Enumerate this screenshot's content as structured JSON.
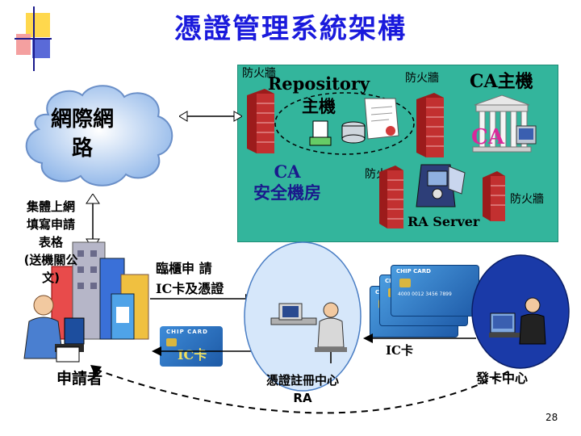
{
  "title": "憑證管理系統架構",
  "ca_zone": {
    "firewall_1": "防火牆",
    "firewall_2": "防火牆",
    "firewall_3": "防火牆",
    "firewall_4": "防火牆",
    "repository_line1": "Repository",
    "repository_line2": "主機",
    "ca_host": "CA主機",
    "ca_room_line1": "CA",
    "ca_room_line2": "安全機房",
    "ra_server": "RA Server"
  },
  "internet_line1": "網際網",
  "internet_line2": "路",
  "apply_online_lines": [
    "集體上網",
    "填寫申請",
    "表格",
    "(送機關公",
    "文)"
  ],
  "apply_card_line1": "臨櫃申 請",
  "apply_card_line2": "IC卡及憑證",
  "applicant": "申請者",
  "ic_card_small_header": "CHIP CARD",
  "ic_card_small_label": "IC卡",
  "ic_card_transfer": "IC卡",
  "ra_center_line1": "憑證註冊中心",
  "ra_center_line2": "RA",
  "issue_center": "發卡中心",
  "page_number": "28",
  "stack_card_header": "CHIP CARD",
  "stack_card_number": "4000 0012 3456 7899",
  "colors": {
    "title": "#1a1adc",
    "ca_zone": "#33b59c",
    "firewall": "#b32222",
    "ra_ellipse": "#8cb8ea",
    "issue_ellipse": "#1a3aa8"
  }
}
